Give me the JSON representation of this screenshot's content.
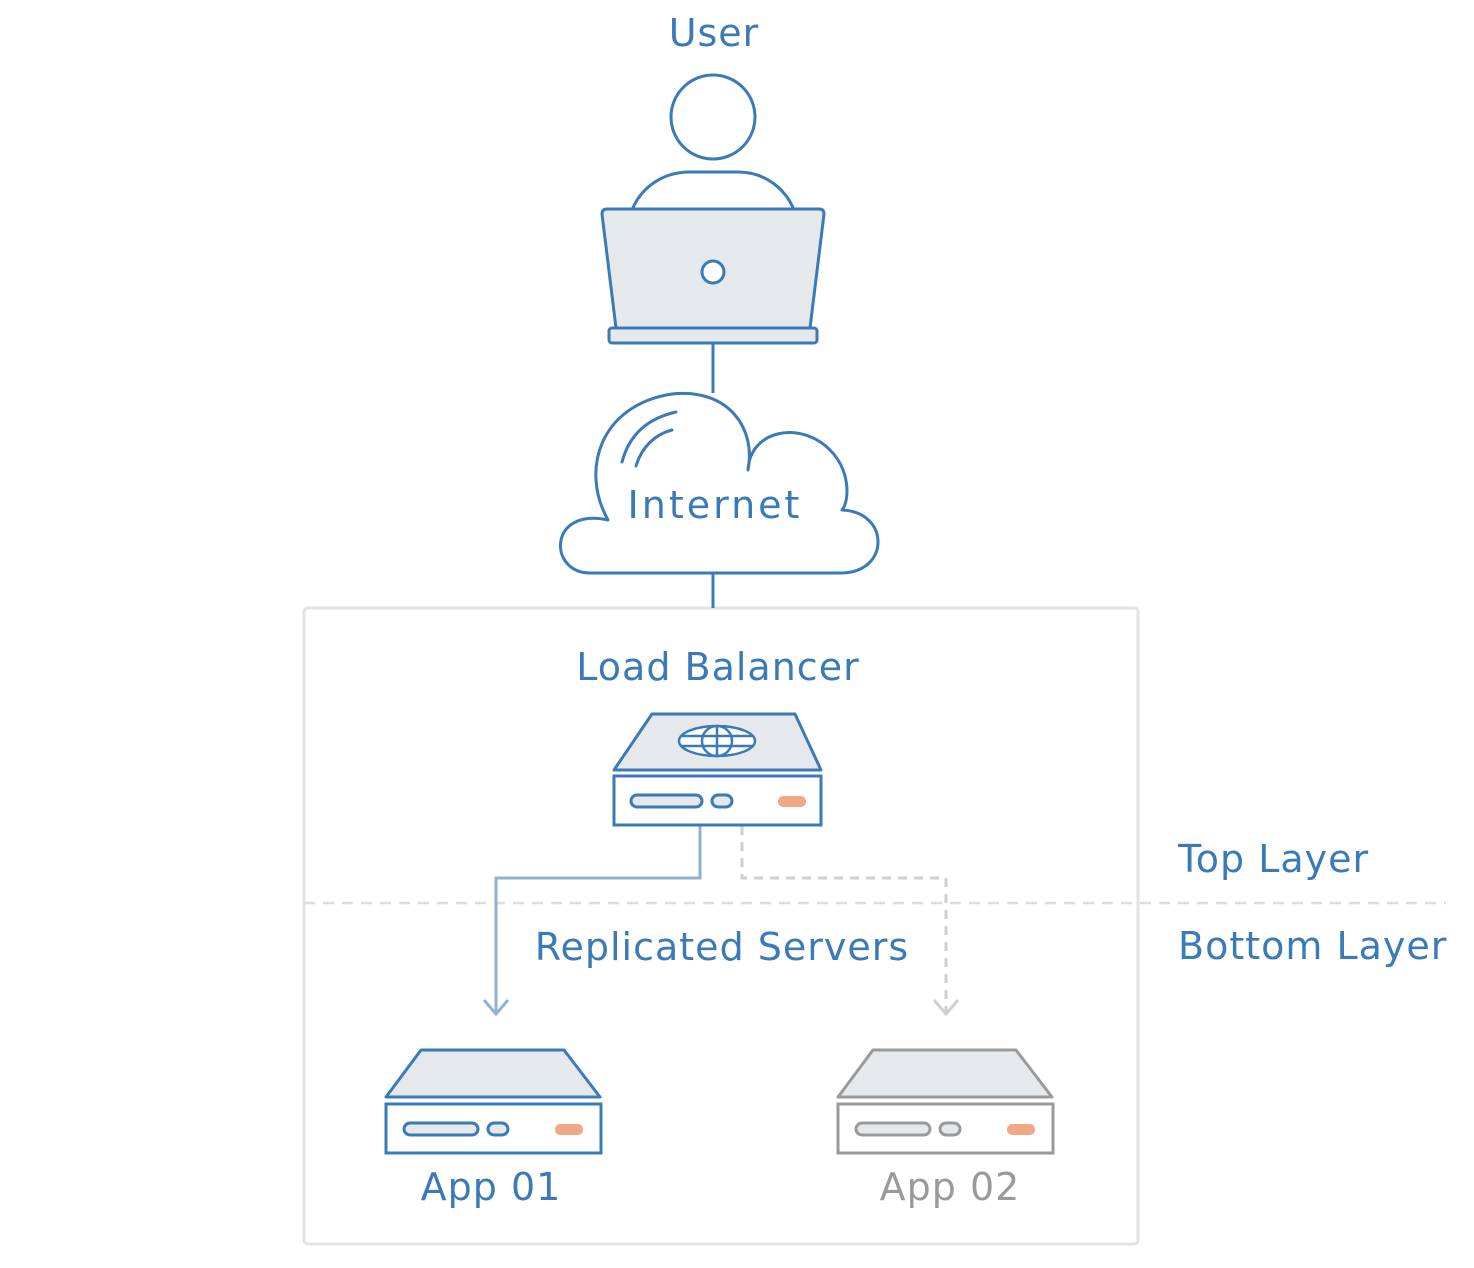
{
  "labels": {
    "user": "User",
    "internet": "Internet",
    "load_balancer": "Load Balancer",
    "top_layer": "Top Layer",
    "bottom_layer": "Bottom Layer",
    "replicated_servers": "Replicated Servers",
    "app1": "App 01",
    "app2": "App 02"
  },
  "colors": {
    "primary": "#3a7ab8",
    "inactive": "#9a9a9a",
    "fill_light": "#e6e9ec",
    "indicator": "#f0a889",
    "frame": "#e3e3e3",
    "active_link": "#8fb3cc",
    "inactive_link": "#cfcfcf"
  },
  "icons": [
    "user-icon",
    "laptop-icon",
    "cloud-icon",
    "globe-icon",
    "server-icon"
  ],
  "nodes": {
    "app1_status": "active",
    "app2_status": "inactive"
  }
}
